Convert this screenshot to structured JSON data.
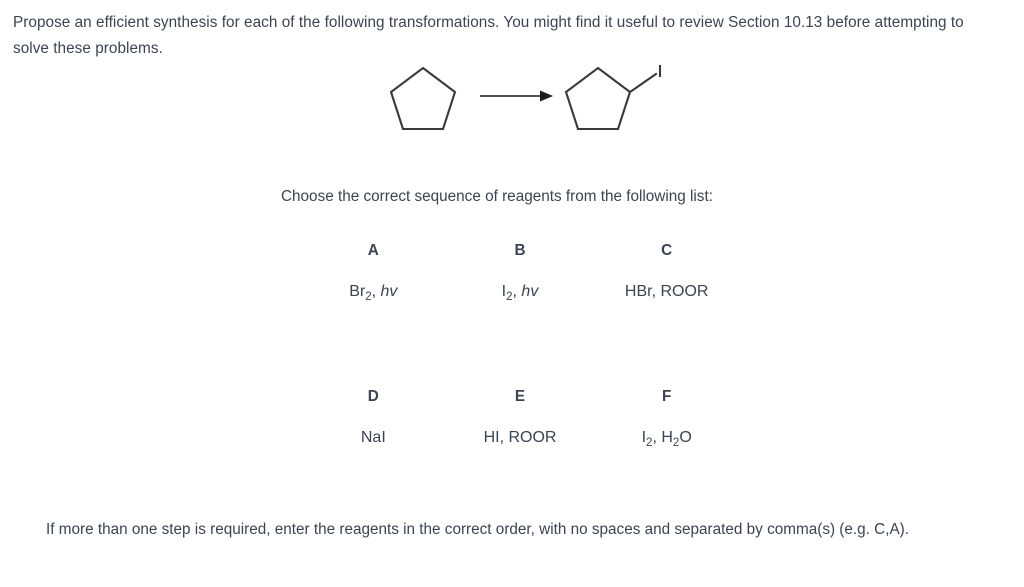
{
  "page": {
    "background": "#ffffff",
    "text_color": "#3b4452",
    "structure_stroke": "#3a3a3a"
  },
  "intro": {
    "text": "Propose an efficient synthesis for each of the following transformations. You might find it useful to review Section 10.13 before attempting to solve these problems."
  },
  "scheme": {
    "reactant": {
      "name": "cyclopentane",
      "shape": "pentagon",
      "substituents": []
    },
    "arrow": {
      "direction": "right",
      "label": ""
    },
    "product": {
      "name": "iodocyclopentane",
      "shape": "pentagon",
      "substituents": [
        {
          "label": "I",
          "position": "top-right-vertex"
        }
      ]
    }
  },
  "choose_line": {
    "text": "Choose the correct sequence of reagents from the following list:"
  },
  "reagents": {
    "rows": [
      [
        {
          "letter": "A",
          "formula_html": "Br<sub>2</sub>, <span class=\"ital\">hv</span>",
          "formula_text": "Br2, hv"
        },
        {
          "letter": "B",
          "formula_html": "I<sub>2</sub>, <span class=\"ital\">hv</span>",
          "formula_text": "I2, hv"
        },
        {
          "letter": "C",
          "formula_html": "HBr, ROOR",
          "formula_text": "HBr, ROOR"
        }
      ],
      [
        {
          "letter": "D",
          "formula_html": "NaI",
          "formula_text": "NaI"
        },
        {
          "letter": "E",
          "formula_html": "HI, ROOR",
          "formula_text": "HI, ROOR"
        },
        {
          "letter": "F",
          "formula_html": "I<sub>2</sub>, H<sub>2</sub>O",
          "formula_text": "I2, H2O"
        }
      ]
    ]
  },
  "footer": {
    "text": "If more than one step is required, enter the reagents in the correct order, with no spaces and separated by comma(s) (e.g. C,A)."
  }
}
